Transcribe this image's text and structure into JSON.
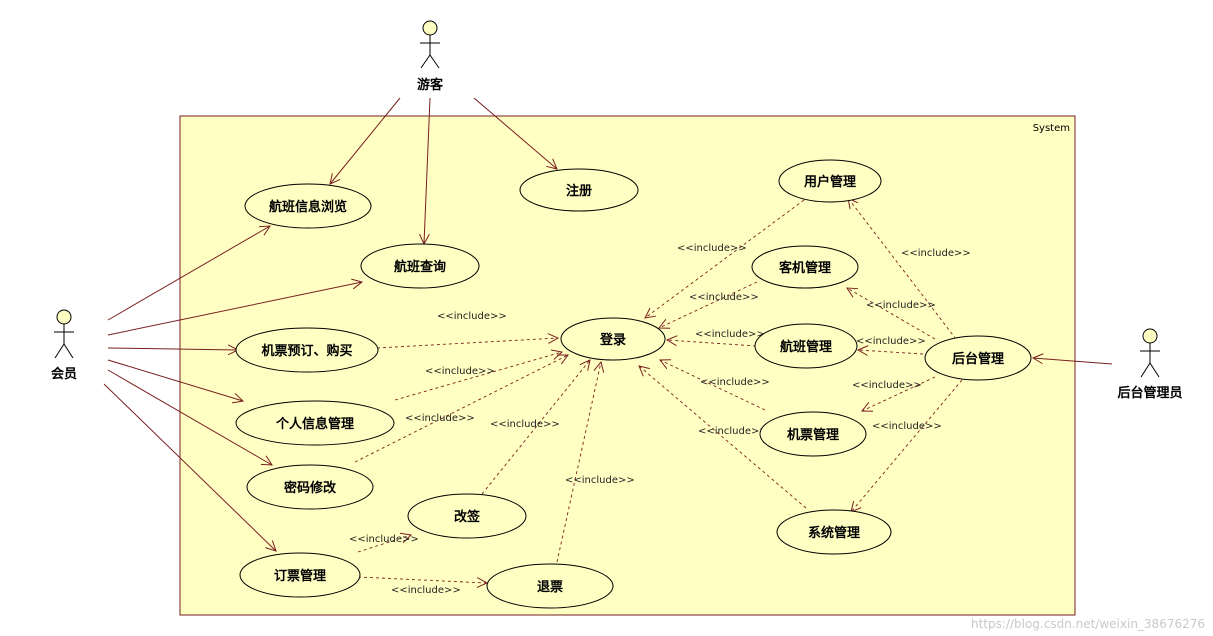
{
  "system": {
    "label": "System"
  },
  "actors": {
    "youke": "游客",
    "huiyuan": "会员",
    "admin": "后台管理员"
  },
  "usecases": {
    "flight_browse": "航班信息浏览",
    "register": "注册",
    "flight_query": "航班查询",
    "ticket_book": "机票预订、购买",
    "login": "登录",
    "personal_info": "个人信息管理",
    "password_change": "密码修改",
    "change_ticket": "改签",
    "order_mgmt": "订票管理",
    "refund": "退票",
    "user_mgmt": "用户管理",
    "plane_mgmt": "客机管理",
    "flight_mgmt": "航班管理",
    "backend_mgmt": "后台管理",
    "ticket_mgmt": "机票管理",
    "system_mgmt": "系统管理"
  },
  "stereotype": "<<include>>",
  "watermark": "https://blog.csdn.net/weixin_38676276",
  "colors": {
    "system_fill": "#ffffc4",
    "system_border": "#7a1f1f",
    "usecase_fill": "#ffffc4",
    "line": "#7a1f1f"
  }
}
